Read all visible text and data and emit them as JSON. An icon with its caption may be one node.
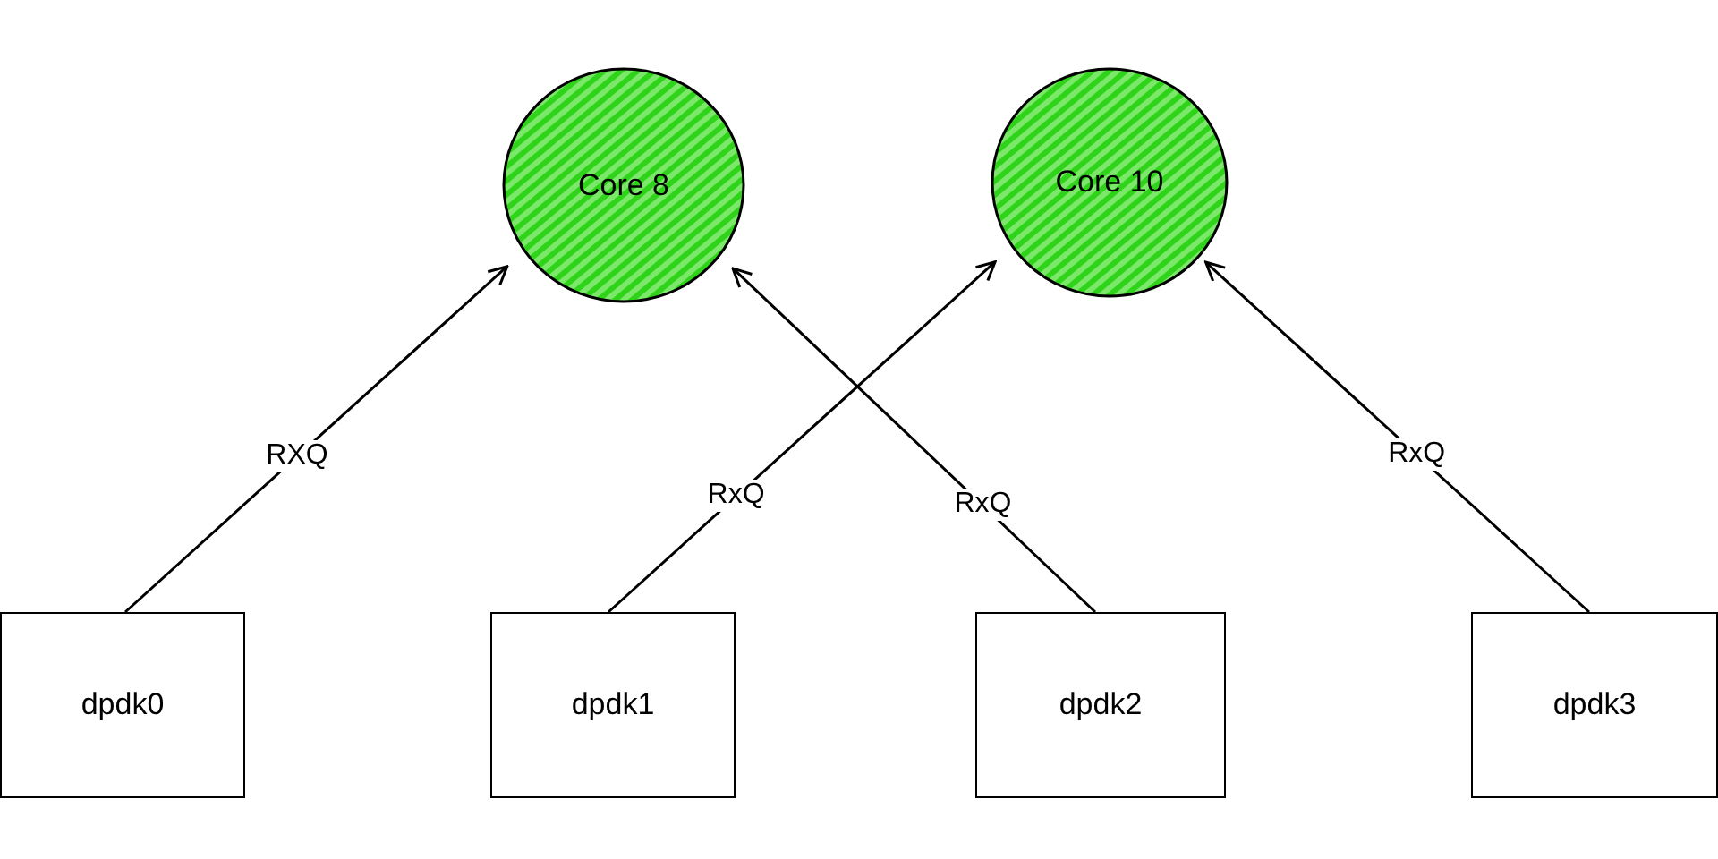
{
  "diagram": {
    "nodes": [
      {
        "text": [
          "Core 8"
        ]
      },
      {
        "text": [
          "Core 10"
        ]
      },
      {
        "text": [
          "dpdk0"
        ]
      },
      {
        "text": [
          "dpdk1"
        ]
      },
      {
        "text": [
          "dpdk2"
        ]
      },
      {
        "text": [
          "dpdk3"
        ]
      }
    ],
    "edges": [
      {
        "from": 2,
        "to": 0,
        "arrow": "to",
        "label": "RXQ"
      },
      {
        "from": 3,
        "to": 1,
        "arrow": "to",
        "label": "RxQ"
      },
      {
        "from": 4,
        "to": 0,
        "arrow": "to",
        "label": "RxQ"
      },
      {
        "from": 5,
        "to": 1,
        "arrow": "to",
        "label": "RxQ"
      }
    ]
  }
}
